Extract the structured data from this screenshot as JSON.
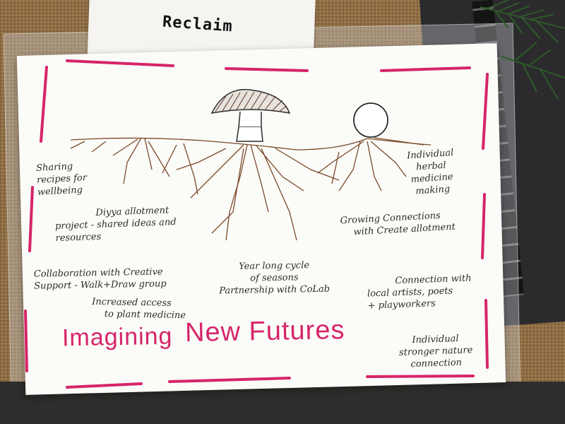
{
  "background": {
    "reclaim_text": "Reclaim",
    "colors": {
      "paper": "#fbfbf8",
      "ink": "#2b2b2b",
      "pink": "#d6256a",
      "root_brown": "#7a4a2a"
    }
  },
  "poster": {
    "title_part1": "Imagining",
    "title_part2": "New Futures",
    "notes": {
      "sharing": [
        "Sharing",
        "recipes for",
        "wellbeing"
      ],
      "diyya": [
        "Diyya allotment",
        "project - shared ideas and",
        "resources"
      ],
      "collab": [
        "Collaboration with Creative",
        "Support - Walk+Draw group"
      ],
      "access": [
        "Increased access",
        "to plant medicine"
      ],
      "yearlong": [
        "Year long cycle",
        "of seasons",
        "Partnership with CoLab"
      ],
      "herbal": [
        "Individual",
        "herbal",
        "medicine",
        "making"
      ],
      "growing": [
        "Growing Connections",
        "with Create allotment"
      ],
      "artists": [
        "Connection with",
        "local artists, poets",
        "+ playworkers"
      ],
      "nature": [
        "Individual",
        "stronger nature",
        "connection"
      ]
    }
  }
}
